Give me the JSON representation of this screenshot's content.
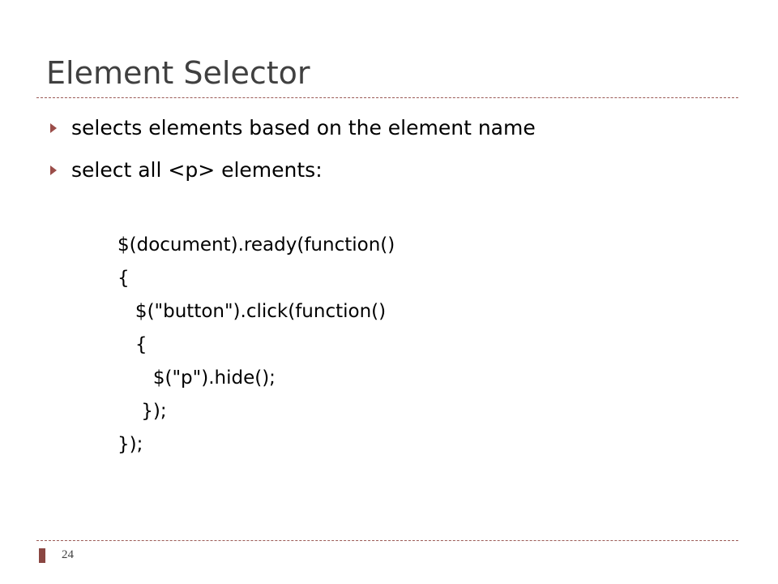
{
  "slide": {
    "title": "Element Selector",
    "bullets": [
      "selects elements based on the element name",
      "select all <p> elements:"
    ],
    "code_lines": [
      "$(document).ready(function()",
      "{",
      "   $(\"button\").click(function()",
      "   {",
      "      $(\"p\").hide();",
      "    });",
      "});"
    ],
    "page_number": "24"
  },
  "colors": {
    "accent": "#9b4d49",
    "title": "#404040"
  },
  "icons": {
    "bullet": "triangle-right-icon",
    "page_marker": "bar-marker-icon"
  }
}
